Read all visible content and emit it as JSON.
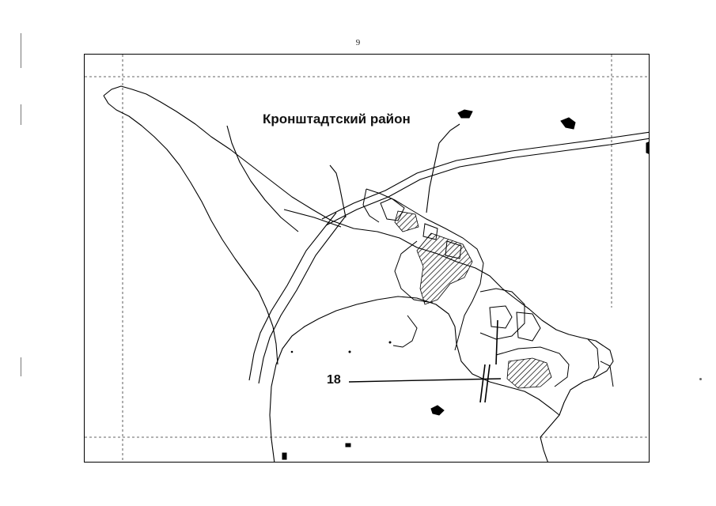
{
  "page": {
    "number": "9"
  },
  "map": {
    "district_label": "Кронштадтский район",
    "callouts": [
      {
        "number": "18"
      }
    ]
  }
}
